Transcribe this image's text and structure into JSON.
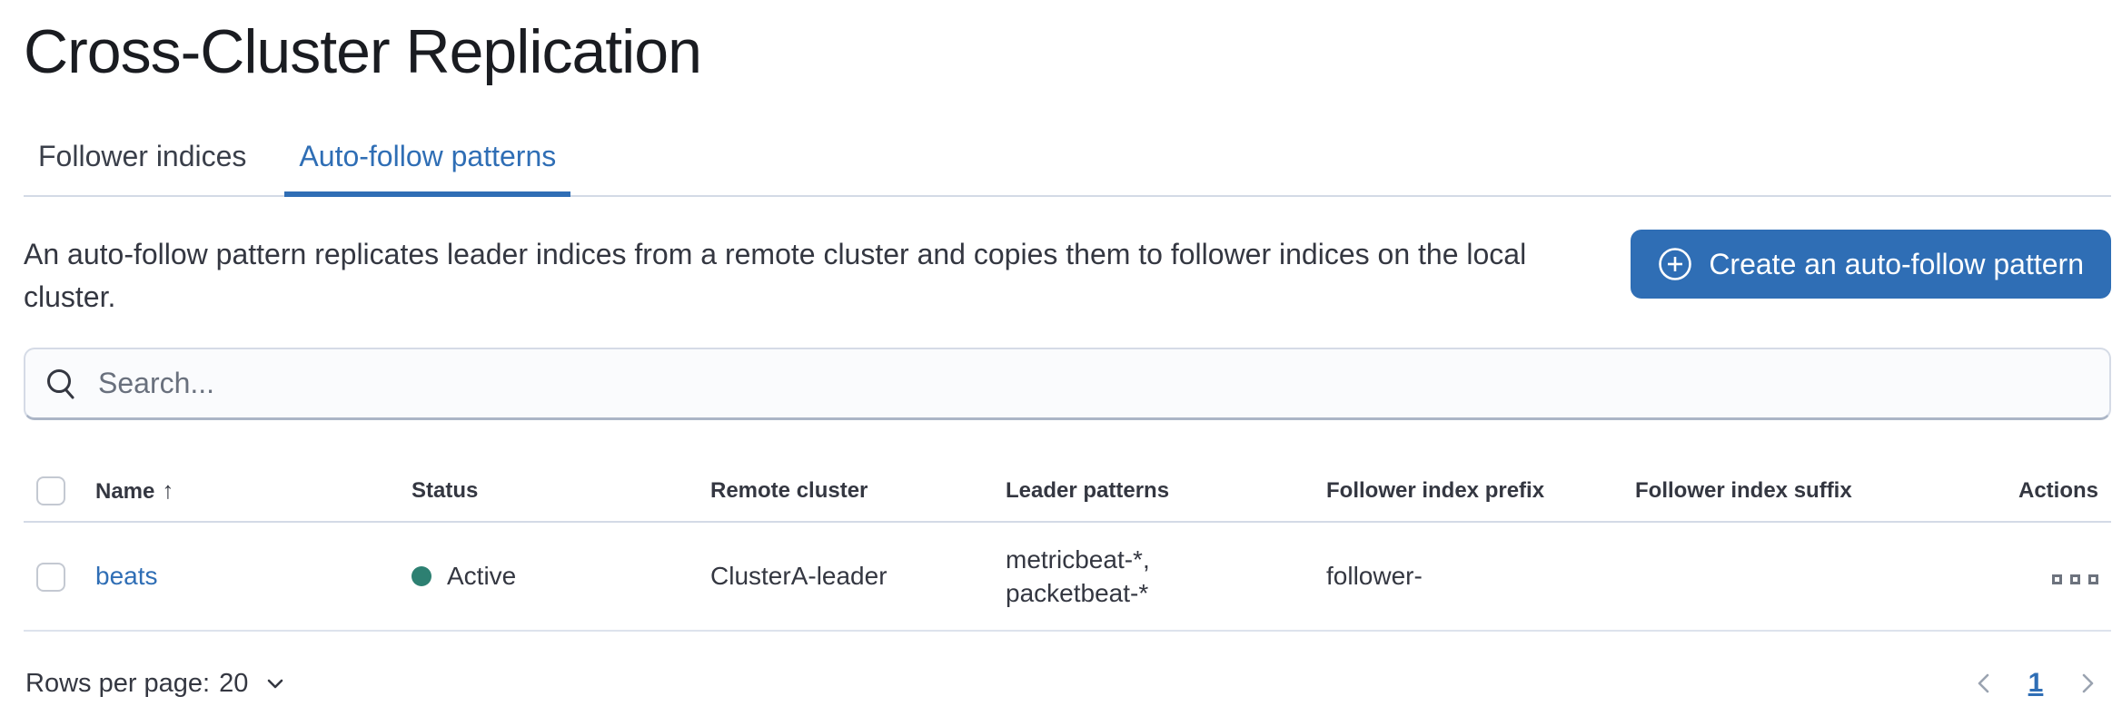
{
  "page": {
    "title": "Cross-Cluster Replication"
  },
  "tabs": [
    {
      "label": "Follower indices",
      "active": false
    },
    {
      "label": "Auto-follow patterns",
      "active": true
    }
  ],
  "description": "An auto-follow pattern replicates leader indices from a remote cluster and copies them to follower indices on the local cluster.",
  "create_button": {
    "label": "Create an auto-follow pattern",
    "icon": "plus-in-circle-icon"
  },
  "search": {
    "placeholder": "Search...",
    "value": "",
    "icon": "search-icon"
  },
  "table": {
    "columns": [
      "Name",
      "Status",
      "Remote cluster",
      "Leader patterns",
      "Follower index prefix",
      "Follower index suffix",
      "Actions"
    ],
    "sort": {
      "column": "Name",
      "direction": "ascending",
      "indicator": "↑"
    },
    "rows": [
      {
        "name": "beats",
        "status": "Active",
        "remote_cluster": "ClusterA-leader",
        "leader_patterns": "metricbeat-*, packetbeat-*",
        "follower_index_prefix": "follower-",
        "follower_index_suffix": "",
        "actions_icon": "boxes-horizontal-icon"
      }
    ]
  },
  "footer": {
    "rows_per_page_label": "Rows per page:",
    "rows_per_page_value": "20",
    "pagination": {
      "active_page": "1",
      "prev_icon": "chevron-left-icon",
      "next_icon": "chevron-right-icon"
    }
  },
  "colors": {
    "primary": "#2f6eb5",
    "status_active_dot": "#2d8072",
    "divider": "#d3dae6",
    "muted_text": "#69707d"
  }
}
